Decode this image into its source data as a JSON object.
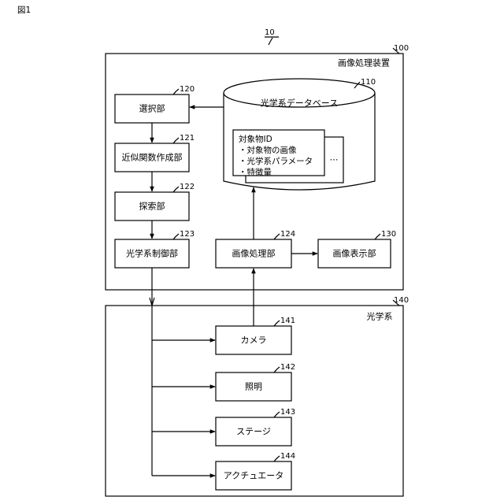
{
  "figure_label": "図1",
  "system_ref": "10",
  "image_processing_device": {
    "ref": "100",
    "title": "画像処理装置"
  },
  "optical_system": {
    "ref": "140",
    "title": "光学系"
  },
  "database": {
    "ref": "110",
    "title": "光学系データベース",
    "record_lines": [
      "対象物ID",
      "・対象物の画像",
      "・光学系パラメータ",
      "・特徴量"
    ],
    "ellipsis": "…"
  },
  "blocks": {
    "selection": {
      "ref": "120",
      "label": "選択部"
    },
    "approx": {
      "ref": "121",
      "label": "近似関数作成部"
    },
    "search": {
      "ref": "122",
      "label": "探索部"
    },
    "control": {
      "ref": "123",
      "label": "光学系制御部"
    },
    "imgproc": {
      "ref": "124",
      "label": "画像処理部"
    },
    "display": {
      "ref": "130",
      "label": "画像表示部"
    },
    "camera": {
      "ref": "141",
      "label": "カメラ"
    },
    "lighting": {
      "ref": "142",
      "label": "照明"
    },
    "stage": {
      "ref": "143",
      "label": "ステージ"
    },
    "actuator": {
      "ref": "144",
      "label": "アクチュエータ"
    }
  }
}
